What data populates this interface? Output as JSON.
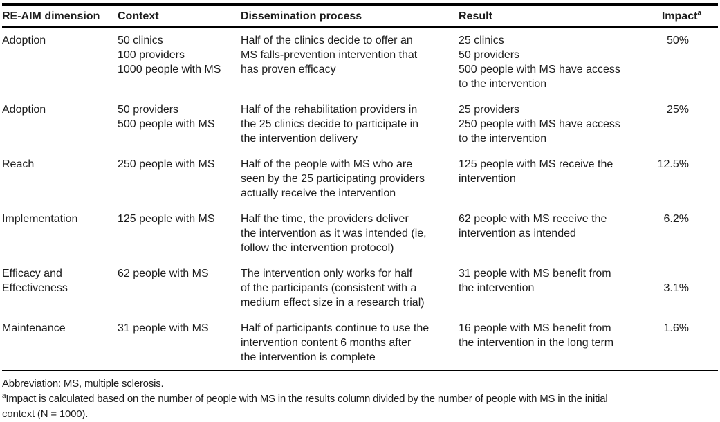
{
  "table": {
    "header": {
      "dimension": "RE-AIM dimension",
      "context": "Context",
      "process": "Dissemination process",
      "result": "Result",
      "impact": "Impact",
      "impact_superscript": "a"
    },
    "rows": [
      {
        "dimension": "Adoption",
        "context": "50 clinics\n100 providers\n1000 people with MS",
        "process": "Half of the clinics decide to offer an\nMS falls-prevention intervention that\nhas proven efficacy",
        "result": "25 clinics\n50 providers\n500 people with MS have access\nto the intervention",
        "impact": "50%"
      },
      {
        "dimension": "Adoption",
        "context": "50 providers\n500 people with MS",
        "process": "Half of the rehabilitation providers in\nthe 25 clinics decide to participate in\nthe intervention delivery",
        "result": "25 providers\n250 people with MS have access\nto the intervention",
        "impact": "25%"
      },
      {
        "dimension": "Reach",
        "context": "250 people with MS",
        "process": "Half of the people with MS who are\nseen by the 25 participating providers\nactually receive the intervention",
        "result": "125 people with MS receive the\nintervention",
        "impact": "12.5%"
      },
      {
        "dimension": "Implementation",
        "context": "125 people with MS",
        "process": "Half the time, the providers deliver\nthe intervention as it was intended (ie,\nfollow the intervention protocol)",
        "result": "62 people with MS receive the\nintervention as intended",
        "impact": "6.2%"
      },
      {
        "dimension": "Efficacy and\nEffectiveness",
        "context": "62 people with MS",
        "process": "The intervention only works for half\nof the participants (consistent with a\nmedium effect size in a research trial)",
        "result": "31 people with MS benefit from\nthe intervention",
        "impact": "3.1%"
      },
      {
        "dimension": "Maintenance",
        "context": "31 people with MS",
        "process": "Half of participants continue to use the\nintervention content 6 months after\nthe intervention is complete",
        "result": "16 people with MS benefit from\nthe intervention in the long term",
        "impact": "1.6%"
      }
    ]
  },
  "footnotes": {
    "abbreviation": "Abbreviation: MS, multiple sclerosis.",
    "impact_superscript": "a",
    "impact_note": "Impact is calculated based on the number of people with MS in the results column divided by the number of people with MS in the initial\ncontext (N = 1000)."
  },
  "colors": {
    "text": "#1c1c1c",
    "rule": "#000000",
    "background": "#ffffff"
  }
}
